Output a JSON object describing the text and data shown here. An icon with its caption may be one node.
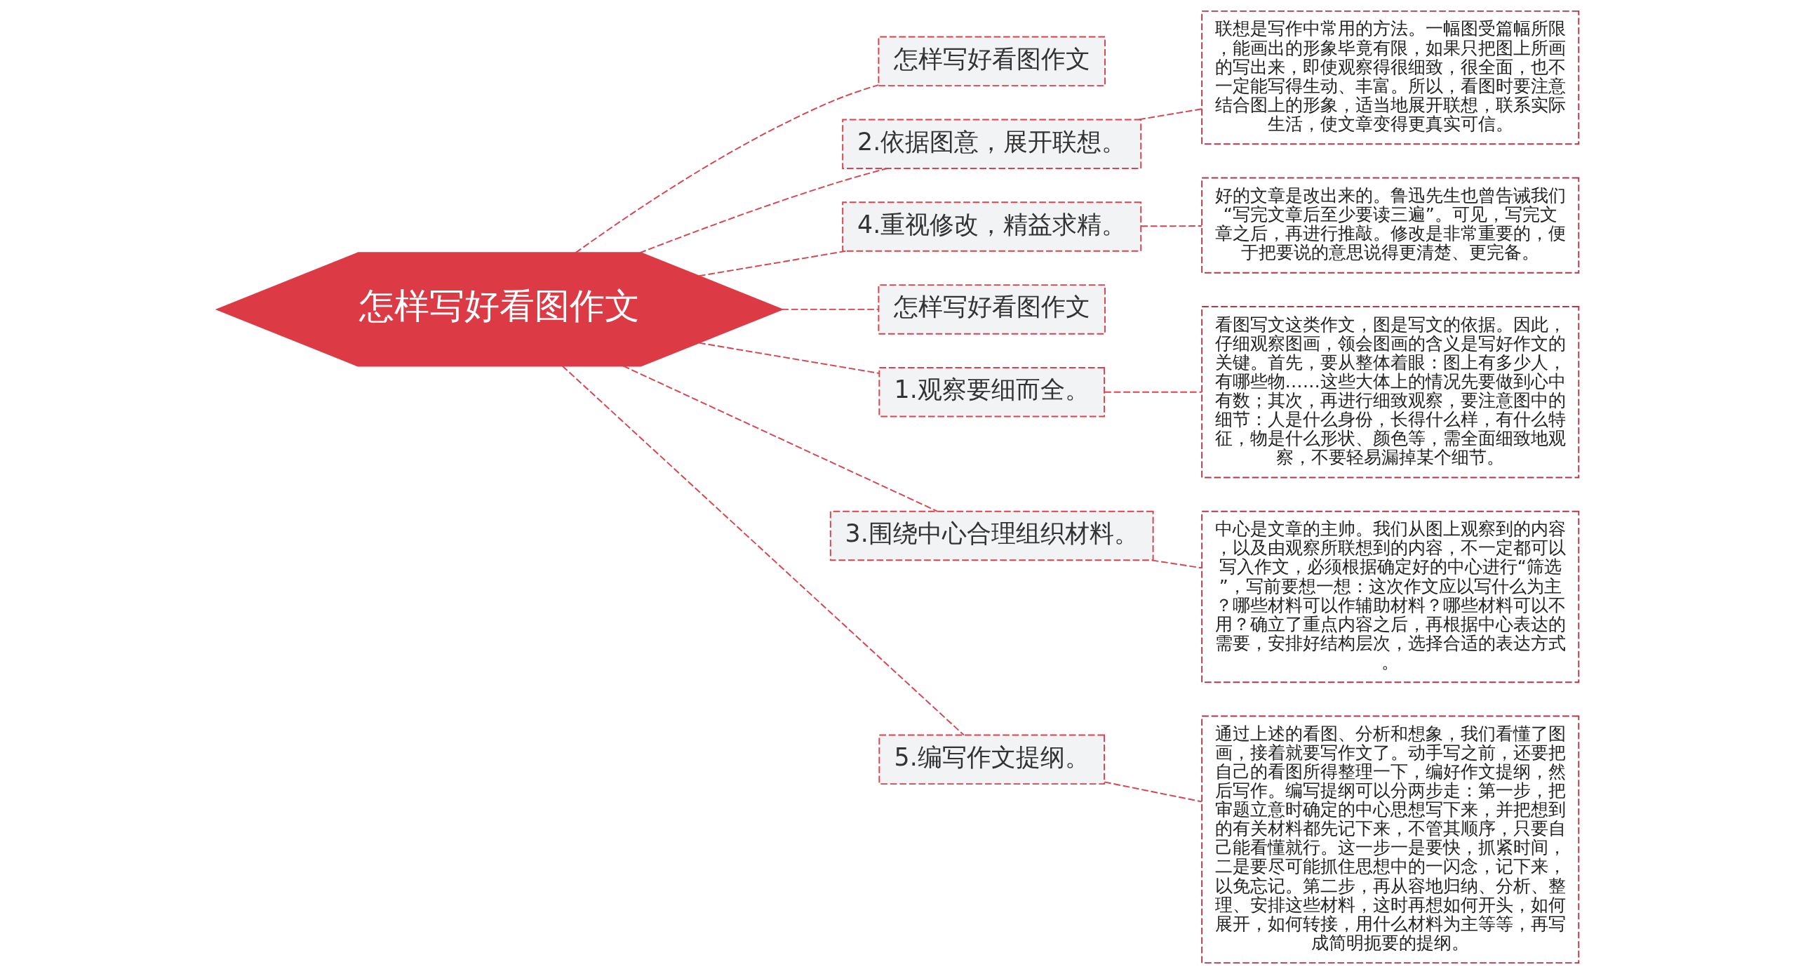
{
  "diagram": {
    "nodes": [
      {
        "text": [
          "怎样写好看图作文"
        ]
      },
      {
        "text": [
          "怎样写好看图作文"
        ]
      },
      {
        "text": [
          "2.依据图意，展开联想。"
        ]
      },
      {
        "text": [
          "联想是写作中常用的方法。一幅图受篇幅所限，能画出的形象毕竟有限，如果只把图上所画的写出来，即使观察得很细致，很全面，也不一定能写得生动、丰富。所以，看图时要注意结合图上的形象，适当地展开联想，联系实际生活，使文章变得更真实可信。"
        ]
      },
      {
        "text": [
          "4.重视修改，精益求精。"
        ]
      },
      {
        "text": [
          "好的文章是改出来的。鲁迅先生也曾告诫我们“写完文章后至少要读三遍”。可见，写完文章之后，再进行推敲。修改是非常重要的，便于把要说的意思说得更清楚、更完备。"
        ]
      },
      {
        "text": [
          "怎样写好看图作文"
        ]
      },
      {
        "text": [
          "1.观察要细而全。"
        ]
      },
      {
        "text": [
          "看图写文这类作文，图是写文的依据。因此，仔细观察图画，领会图画的含义是写好作文的关键。首先，要从整体着眼：图上有多少人，有哪些物……这些大体上的情况先要做到心中有数；其次，再进行细致观察，要注意图中的细节：人是什么身份，长得什么样，有什么特征，物是什么形状、颜色等，需全面细致地观察，不要轻易漏掉某个细节。"
        ]
      },
      {
        "text": [
          "3.围绕中心合理组织材料。"
        ]
      },
      {
        "text": [
          "中心是文章的主帅。我们从图上观察到的内容，以及由观察所联想到的内容，不一定都可以写入作文，必须根据确定好的中心进行“筛选”，写前要想一想：这次作文应以写什么为主？哪些材料可以作辅助材料？哪些材料可以不用？确立了重点内容之后，再根据中心表达的需要，安排好结构层次，选择合适的表达方式。"
        ]
      },
      {
        "text": [
          "5.编写作文提纲。"
        ]
      },
      {
        "text": [
          "通过上述的看图、分析和想象，我们看懂了图画，接着就要写作文了。动手写之前，还要把自己的看图所得整理一下，编好作文提纲，然后写作。编写提纲可以分两步走：第一步，把审题立意时确定的中心思想写下来，并把想到的有关材料都先记下来，不管其顺序，只要自己能看懂就行。这一步一是要快，抓紧时间，二是要尽可能抓住思想中的一闪念，记下来，以免忘记。第二步，再从容地归纳、分析、整理、安排这些材料，这时再想如何开头，如何展开，如何转接，用什么材料为主等等，再写成简明扼要的提纲。"
        ]
      }
    ],
    "edges": [
      {
        "from": 0,
        "to": 1,
        "arrow": "none",
        "style": "dashed",
        "color": "#d9434e"
      },
      {
        "from": 0,
        "to": 2,
        "arrow": "none",
        "style": "dashed",
        "color": "#d9434e"
      },
      {
        "from": 2,
        "to": 3,
        "arrow": "none",
        "style": "dashed",
        "color": "#d9434e"
      },
      {
        "from": 0,
        "to": 4,
        "arrow": "none",
        "style": "dashed",
        "color": "#d9434e"
      },
      {
        "from": 4,
        "to": 5,
        "arrow": "none",
        "style": "dashed",
        "color": "#d9434e"
      },
      {
        "from": 0,
        "to": 6,
        "arrow": "none",
        "style": "dashed",
        "color": "#d9434e"
      },
      {
        "from": 0,
        "to": 7,
        "arrow": "none",
        "style": "dashed",
        "color": "#d9434e"
      },
      {
        "from": 7,
        "to": 8,
        "arrow": "none",
        "style": "dashed",
        "color": "#d9434e"
      },
      {
        "from": 0,
        "to": 9,
        "arrow": "none",
        "style": "dashed",
        "color": "#d9434e"
      },
      {
        "from": 9,
        "to": 10,
        "arrow": "none",
        "style": "dashed",
        "color": "#d9434e"
      },
      {
        "from": 0,
        "to": 11,
        "arrow": "none",
        "style": "dashed",
        "color": "#d9434e"
      },
      {
        "from": 11,
        "to": 12,
        "arrow": "none",
        "style": "dashed",
        "color": "#d9434e"
      }
    ]
  }
}
